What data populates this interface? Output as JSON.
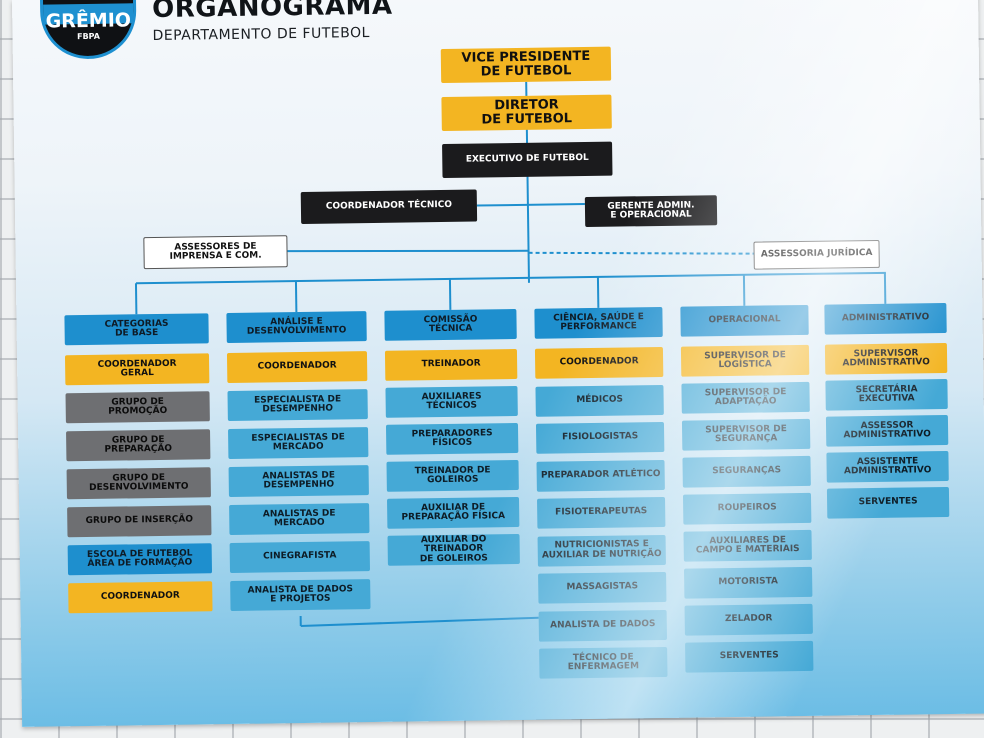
{
  "header": {
    "logo_text": "GRÊMIO",
    "logo_sub": "FBPA",
    "title": "ORGANOGRAMA",
    "subtitle": "DEPARTAMENTO DE FUTEBOL"
  },
  "top": {
    "vp": "VICE PRESIDENTE\nDE FUTEBOL",
    "director": "DIRETOR\nDE FUTEBOL",
    "executive": "EXECUTIVO DE FUTEBOL",
    "coord_tecnico": "COORDENADOR TÉCNICO",
    "gerente": "GERENTE ADMIN.\nE OPERACIONAL",
    "assessores": "ASSESSORES DE\nIMPRENSA E COM.",
    "juridica": "ASSESSORIA JURÍDICA"
  },
  "columns": [
    {
      "header": "CATEGORIAS\nDE BASE",
      "items": [
        "COORDENADOR\nGERAL",
        "GRUPO DE\nPROMOÇÃO",
        "GRUPO DE\nPREPARAÇÃO",
        "GRUPO DE\nDESENVOLVIMENTO",
        "GRUPO DE INSERÇÃO",
        "ESCOLA DE FUTEBOL\nÁREA DE FORMAÇÃO",
        "COORDENADOR"
      ]
    },
    {
      "header": "ANÁLISE E\nDESENVOLVIMENTO",
      "items": [
        "COORDENADOR",
        "ESPECIALISTA DE\nDESEMPENHO",
        "ESPECIALISTAS DE\nMERCADO",
        "ANALISTAS DE\nDESEMPENHO",
        "ANALISTAS DE\nMERCADO",
        "CINEGRAFISTA",
        "ANALISTA DE DADOS\nE PROJETOS"
      ]
    },
    {
      "header": "COMISSÃO\nTÉCNICA",
      "items": [
        "TREINADOR",
        "AUXILIARES\nTÉCNICOS",
        "PREPARADORES\nFÍSICOS",
        "TREINADOR DE\nGOLEIROS",
        "AUXILIAR DE\nPREPARAÇÃO FÍSICA",
        "AUXILIAR DO TREINADOR\nDE GOLEIROS"
      ]
    },
    {
      "header": "CIÊNCIA, SAÚDE E\nPERFORMANCE",
      "items": [
        "COORDENADOR",
        "MÉDICOS",
        "FISIOLOGISTAS",
        "PREPARADOR ATLÉTICO",
        "FISIOTERAPEUTAS",
        "NUTRICIONISTAS E\nAUXILIAR DE NUTRIÇÃO",
        "MASSAGISTAS",
        "ANALISTA DE DADOS",
        "TÉCNICO DE\nENFERMAGEM"
      ]
    },
    {
      "header": "OPERACIONAL",
      "items": [
        "SUPERVISOR DE\nLOGÍSTICA",
        "SUPERVISOR DE\nADAPTAÇÃO",
        "SUPERVISOR DE\nSEGURANÇA",
        "SEGURANÇAS",
        "ROUPEIROS",
        "AUXILIARES DE\nCAMPO E MATERIAIS",
        "MOTORISTA",
        "ZELADOR",
        "SERVENTES"
      ]
    },
    {
      "header": "ADMINISTRATIVO",
      "items": [
        "SUPERVISOR\nADMINISTRATIVO",
        "SECRETÁRIA\nEXECUTIVA",
        "ASSESSOR\nADMINISTRATIVO",
        "ASSISTENTE\nADMINISTRATIVO",
        "SERVENTES"
      ]
    }
  ],
  "colors": {
    "yellow": "#f3b522",
    "black": "#1b1b1d",
    "header_blue": "#1e8fce",
    "item_teal": "#45a9d6",
    "grey": "#6e6f72",
    "line": "#1e8fce"
  }
}
